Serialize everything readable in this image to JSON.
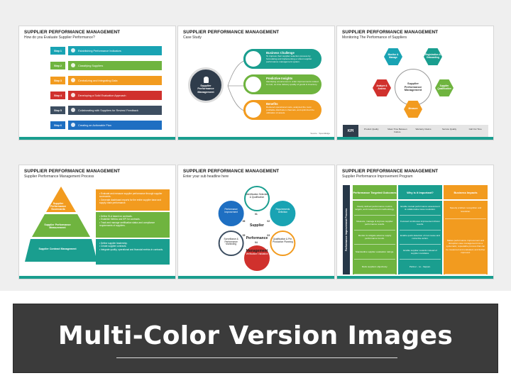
{
  "slides": [
    {
      "title": "SUPPLIER PERFORMANCE MANAGEMENT",
      "subtitle": "How do you Evaluate Supplier Performance?",
      "steps": [
        {
          "tag": "Step 1",
          "text": "Establishing Performance Indicators",
          "color": "#19a3b3"
        },
        {
          "tag": "Step 2",
          "text": "Classifying Suppliers",
          "color": "#6fb43f"
        },
        {
          "tag": "Step 3",
          "text": "Centralizing and Integrating Data",
          "color": "#f29b1f"
        },
        {
          "tag": "Step 4",
          "text": "Developing a Solid Evaluation Approach",
          "color": "#d0312d"
        },
        {
          "tag": "Step 5",
          "text": "Collaborating with Suppliers for Review/ Feedback",
          "color": "#3d4e61"
        },
        {
          "tag": "Step 6",
          "text": "Creating an Actionable Plan",
          "color": "#1e6fc2"
        }
      ]
    },
    {
      "title": "SUPPLIER PERFORMANCE MANAGEMENT",
      "subtitle": "Case Study",
      "hub": "Supplier Performance Management",
      "rows": [
        {
          "heading": "Business Challenge",
          "text": "To improve their supplier selection process by formulating and implementing a robust supplier performance management system.",
          "color": "#1a9e8f"
        },
        {
          "heading": "Predictive Insights",
          "text": "Identifying occurrences in order improvements related to cost, on-time delivery quality of goods & inventory.",
          "color": "#6fb43f"
        },
        {
          "heading": "Benefits",
          "text": "Reduced operational costs, analyzed the most profitable distribution channels, and optimized the utilization of assets.",
          "color": "#f29b1f"
        }
      ],
      "source": "Source : SpendEdge"
    },
    {
      "title": "SUPPLIER PERFORMANCE MANAGEMENT",
      "subtitle": "Monitoring The Performance of Suppliers",
      "center": "Supplier Performance Management",
      "hexes": [
        {
          "label": "Monitor & Manage",
          "color": "#19a3b3"
        },
        {
          "label": "Registration & Onboarding",
          "color": "#1a9e8f"
        },
        {
          "label": "Supplier Qualification",
          "color": "#6fb43f"
        },
        {
          "label": "Measure",
          "color": "#f29b1f"
        },
        {
          "label": "Analyze & Assess",
          "color": "#d0312d"
        }
      ],
      "kpi_label": "KPI",
      "kpis": [
        "Product Quality",
        "Mean Time Between Failure",
        "Warranty Claims",
        "Service Quality",
        "Call Out Time"
      ]
    },
    {
      "title": "SUPPLIER PERFORMANCE MANAGEMENT",
      "subtitle": "Supplier Performance Management Process",
      "levels": [
        {
          "name": "Supplier Performance Scorecards",
          "points": [
            "Evaluate and measure supplier performance through supplier scorecards.",
            "Generate dashboard reports for the entire supplier base and supply chain performance."
          ],
          "color": "#f29b1f"
        },
        {
          "name": "Supplier Performance Measurement",
          "points": [
            "Define SLA based on contracts.",
            "Establish Metrics and KPI for contracts.",
            "Track and manage certification status and compliance requirements of suppliers."
          ],
          "color": "#6fb43f"
        },
        {
          "name": "Supplier Contract Management",
          "points": [
            "Define supplier leadership.",
            "Create supplier contracts.",
            "Integrate quality, operational and financial metrics in contracts."
          ],
          "color": "#1a9e8f"
        }
      ]
    },
    {
      "title": "SUPPLIER PERFORMANCE MANAGEMENT",
      "subtitle": "Enter your sub headline here",
      "center": "Supplier Performance Management",
      "stages": [
        {
          "num": "01",
          "label": "Identification Selection & Qualification",
          "color": "#1a9e8f"
        },
        {
          "num": "02",
          "label": "Requirements Definition",
          "color": "#19a3b3"
        },
        {
          "num": "03",
          "label": "Qualification & Pre-Production Planning",
          "color": "#f29b1f"
        },
        {
          "num": "04",
          "label": "Verification/ Validation",
          "color": "#d0312d"
        },
        {
          "num": "05",
          "label": "Surveillance & Performance Monitoring",
          "color": "#3d4e61"
        },
        {
          "num": "06",
          "label": "Performance Improvement",
          "color": "#1e6fc2"
        }
      ]
    },
    {
      "title": "SUPPLIER PERFORMANCE MANAGEMENT",
      "subtitle": "Supplier Performance Improvement Program",
      "side_label": "Performance Improvement Process",
      "columns": [
        {
          "header": "Performance Targeted Outcomes",
          "color": "#6fb43f",
          "cells": [
            "Clearly defined performance metrics, targets, and measurement methodology.",
            "Measure, manage & improve supplier performance results.",
            "Monitor & mitigate adverse supply performance trends.",
            "Standardize supplier evaluation ratings.",
            "Rank suppliers objectively."
          ]
        },
        {
          "header": "Why is it Important?",
          "color": "#1a9e8f",
          "cells": [
            "Enable mutual performance assessment & collaborative issue resolution.",
            "Focused continuous improvement driven results.",
            "Enable quick detection of root cause and corrective action.",
            "Enable supplier rewards instead of supplier mandates.",
            "Partner - no - happen."
          ]
        },
        {
          "header": "Business Impacts",
          "color": "#f29b1f",
          "cells": [
            "Speedy problem recognition and resolution.",
            "Makes performance improvement and disruption case management into a systematic, repeatable process that can be measured and evaluated, and further improved."
          ]
        }
      ]
    }
  ],
  "banner": {
    "text": "Multi-Color Version Images"
  },
  "colors": {
    "accent": "#1a9e8f",
    "banner": "#3b3b3b"
  }
}
